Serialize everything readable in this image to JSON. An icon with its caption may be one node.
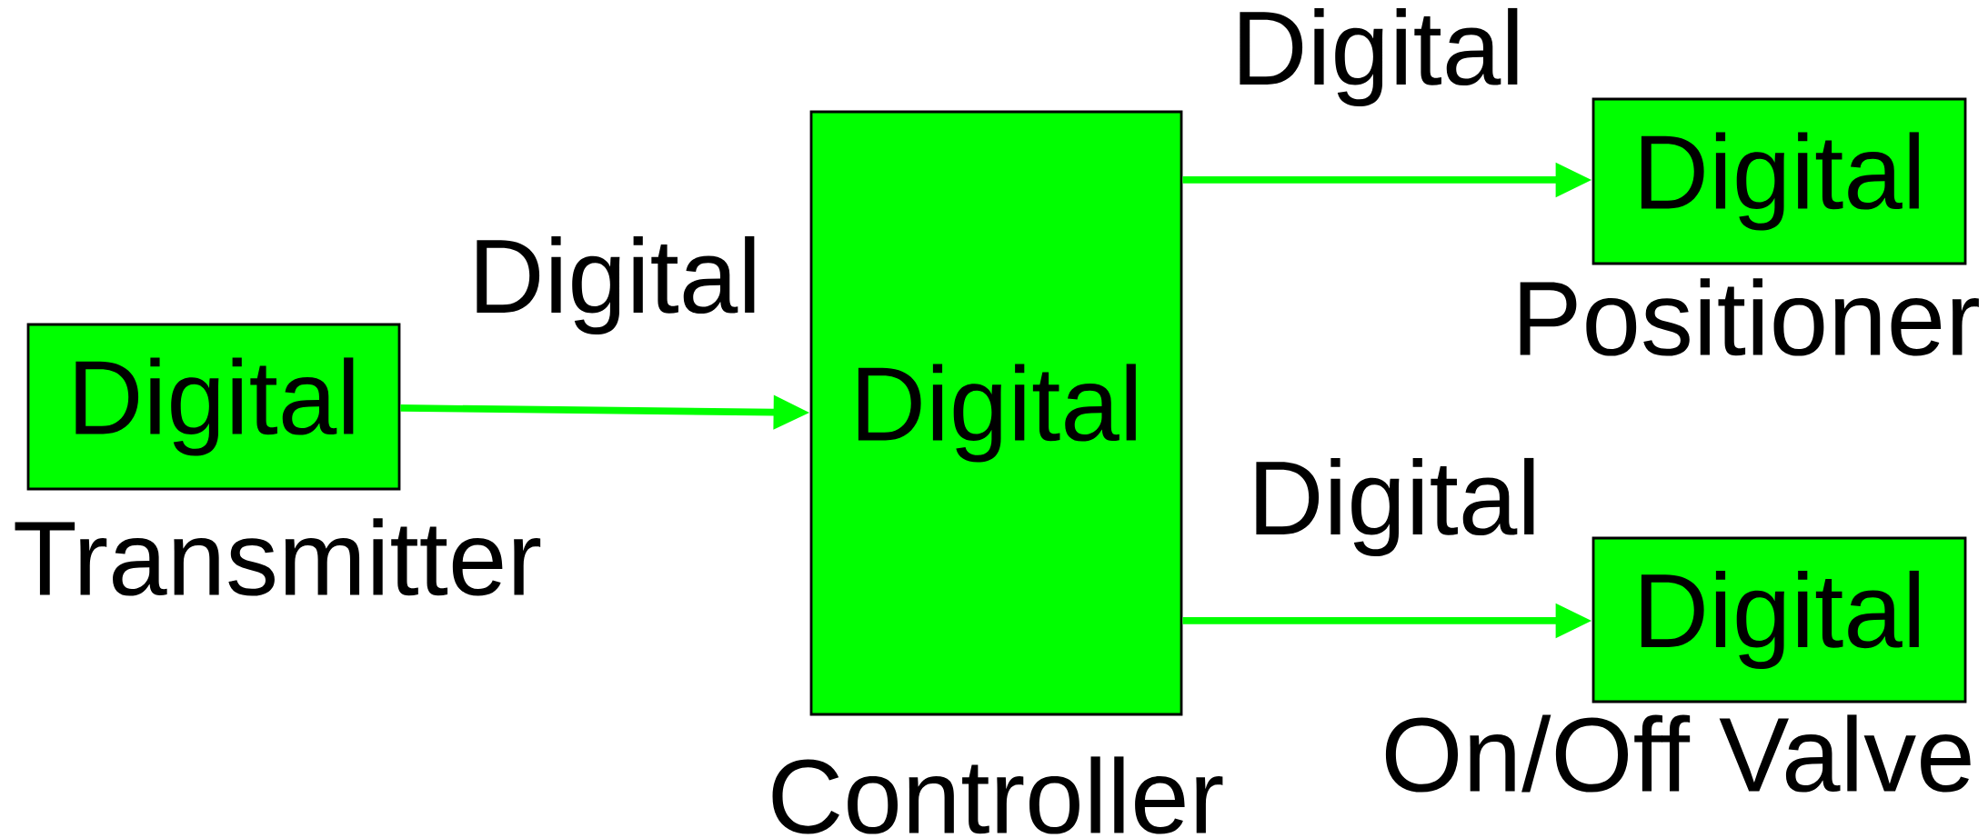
{
  "diagram": {
    "nodes": [
      {
        "text": [
          "Digital"
        ],
        "beside": [
          "Transmitter"
        ]
      },
      {
        "text": [
          "Digital"
        ],
        "beside": [
          "Controller"
        ]
      },
      {
        "text": [
          "Digital"
        ],
        "beside": [
          "Positioner"
        ]
      },
      {
        "text": [
          "Digital"
        ],
        "beside": [
          "On/Off Valve"
        ]
      }
    ],
    "edges": [
      {
        "from": 0,
        "to": 1,
        "arrow": "to",
        "label": "Digital"
      },
      {
        "from": 1,
        "to": 2,
        "arrow": "to",
        "label": "Digital"
      },
      {
        "from": 1,
        "to": 3,
        "arrow": "to",
        "label": "Digital"
      }
    ]
  }
}
